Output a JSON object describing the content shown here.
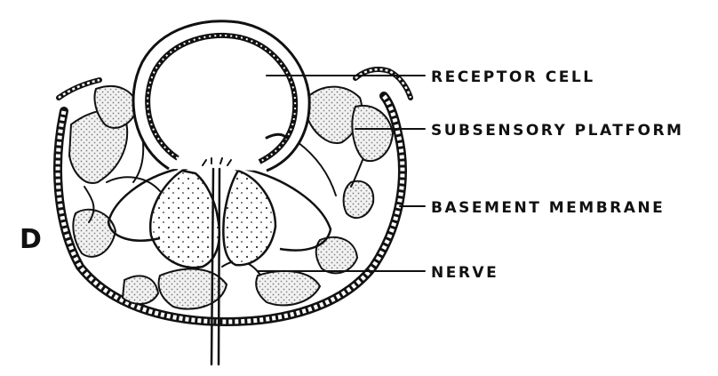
{
  "figure": {
    "panel_letter": "D",
    "labels": {
      "receptor_cell": "RECEPTOR CELL",
      "subsensory_platform": "SUBSENSORY PLATFORM",
      "basement_membrane": "BASEMENT MEMBRANE",
      "nerve": "NERVE"
    },
    "colors": {
      "ink": "#111111",
      "background": "#ffffff"
    }
  }
}
